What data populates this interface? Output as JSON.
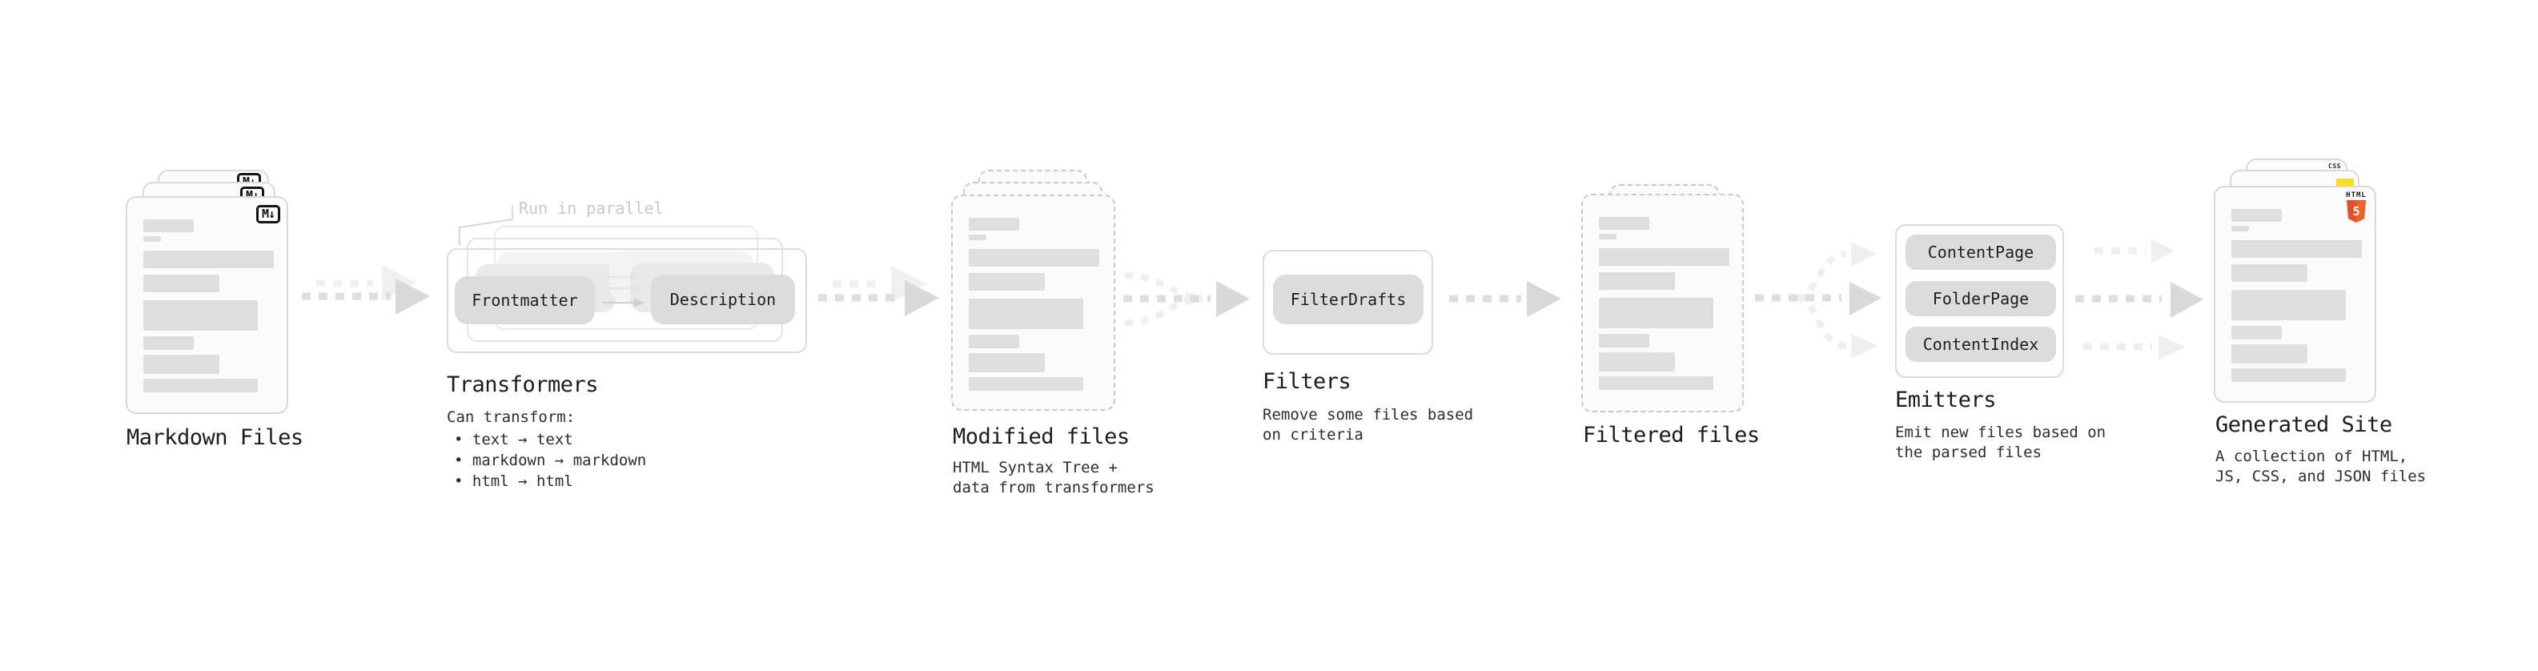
{
  "pipeline": {
    "markdown": {
      "label": "Markdown Files",
      "badge": "M↓"
    },
    "transformers": {
      "label": "Transformers",
      "parallel_note": "Run in parallel",
      "node_a": "Frontmatter",
      "node_b": "Description",
      "desc_title": "Can transform:",
      "bullets": [
        "text → text",
        "markdown → markdown",
        "html → html"
      ]
    },
    "modified": {
      "label": "Modified files",
      "desc": "HTML Syntax Tree +\ndata from transformers"
    },
    "filters": {
      "label": "Filters",
      "node": "FilterDrafts",
      "desc": "Remove some files based\non criteria"
    },
    "filtered": {
      "label": "Filtered files"
    },
    "emitters": {
      "label": "Emitters",
      "nodes": [
        "ContentPage",
        "FolderPage",
        "ContentIndex"
      ],
      "desc": "Emit new files based on\nthe parsed files"
    },
    "generated": {
      "label": "Generated Site",
      "desc": "A collection of HTML,\nJS, CSS, and JSON files",
      "badge_css": "CSS",
      "badge_html": "HTML",
      "badge_html_num": "5"
    }
  },
  "colors": {
    "html5_orange": "#e34f26",
    "js_yellow": "#f7df1e",
    "css_blue": "#1572b6",
    "arrow_gray": "#dedede",
    "arrow_light": "#f0f0f0"
  }
}
